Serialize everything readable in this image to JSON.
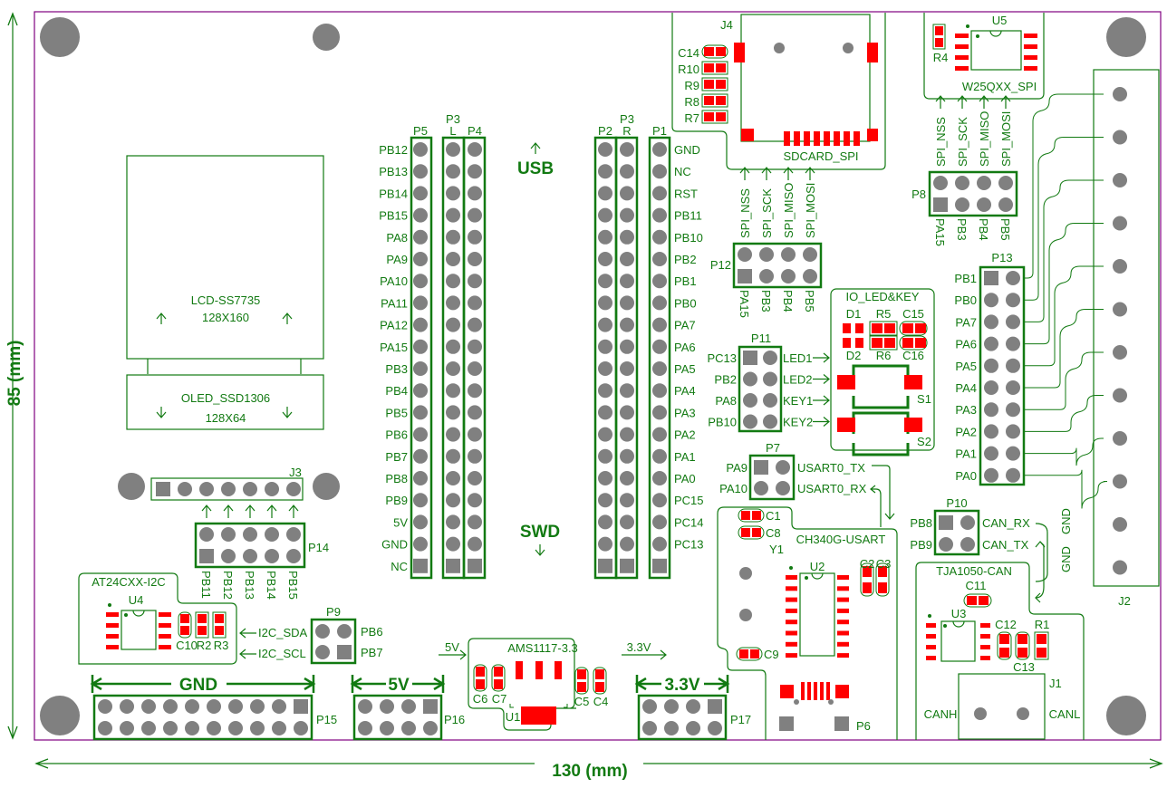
{
  "colors": {
    "silk": "#127a12",
    "pad": "#808080",
    "smd": "#ff0000",
    "outline": "#800080"
  },
  "dimensions": {
    "width_label": "130 (mm)",
    "height_label": "85 (mm)"
  },
  "markers": {
    "usb": "USB",
    "swd": "SWD"
  },
  "displays": {
    "lcd": {
      "name": "LCD-SS7735",
      "res": "128X160"
    },
    "oled": {
      "name": "OLED_SSD1306",
      "res": "128X64"
    }
  },
  "headers": {
    "p5": {
      "ref": "P5",
      "pins": [
        "PB12",
        "PB13",
        "PB14",
        "PB15",
        "PA8",
        "PA9",
        "PA10",
        "PA11",
        "PA12",
        "PA15",
        "PB3",
        "PB4",
        "PB5",
        "PB6",
        "PB7",
        "PB8",
        "PB9",
        "5V",
        "GND",
        "NC"
      ]
    },
    "p3l": {
      "ref": "P3",
      "side": "L"
    },
    "p4": {
      "ref": "P4"
    },
    "p2": {
      "ref": "P2"
    },
    "p3r": {
      "ref": "P3",
      "side": "R"
    },
    "p1": {
      "ref": "P1",
      "pins": [
        "GND",
        "NC",
        "RST",
        "PB11",
        "PB10",
        "PB2",
        "PB1",
        "PB0",
        "PA7",
        "PA6",
        "PA5",
        "PA4",
        "PA3",
        "PA2",
        "PA1",
        "PA0",
        "PC15",
        "PC14",
        "PC13"
      ]
    }
  },
  "sdcard": {
    "ref": "J4",
    "name": "SDCARD_SPI",
    "parts": [
      "C14",
      "R10",
      "R9",
      "R8",
      "R7"
    ]
  },
  "flash": {
    "ref": "U5",
    "name": "W25QXX_SPI",
    "resistor": "R4"
  },
  "p12": {
    "ref": "P12",
    "signals": [
      "SPI_NSS",
      "SPI_SCK",
      "SPI_MISO",
      "SPI_MOSI"
    ],
    "pins": [
      "PA15",
      "PB3",
      "PB4",
      "PB5"
    ]
  },
  "p8": {
    "ref": "P8",
    "signals": [
      "SPI_NSS",
      "SPI_SCK",
      "SPI_MISO",
      "SPI_MOSI"
    ],
    "pins": [
      "PA15",
      "PB3",
      "PB4",
      "PB5"
    ]
  },
  "p11": {
    "ref": "P11",
    "pins": [
      "PC13",
      "PB2",
      "PA8",
      "PB10"
    ],
    "signals": [
      "LED1",
      "LED2",
      "KEY1",
      "KEY2"
    ]
  },
  "io": {
    "name": "IO_LED&KEY",
    "parts": [
      "D1",
      "R5",
      "C15",
      "D2",
      "R6",
      "C16",
      "S1",
      "S2"
    ]
  },
  "p13": {
    "ref": "P13",
    "pins": [
      "PB1",
      "PB0",
      "PA7",
      "PA6",
      "PA5",
      "PA4",
      "PA3",
      "PA2",
      "PA1",
      "PA0"
    ]
  },
  "j2": {
    "ref": "J2",
    "gnd": [
      "GND",
      "GND"
    ]
  },
  "p7": {
    "ref": "P7",
    "pins": [
      "PA9",
      "PA10"
    ],
    "signals": [
      "USART0_TX",
      "USART0_RX"
    ]
  },
  "usart": {
    "name": "CH340G-USART",
    "parts": [
      "C1",
      "C8",
      "Y1",
      "U2",
      "C2",
      "C3",
      "C9",
      "P6"
    ]
  },
  "p10": {
    "ref": "P10",
    "pins": [
      "PB8",
      "PB9"
    ],
    "signals": [
      "CAN_RX",
      "CAN_TX"
    ]
  },
  "can": {
    "name": "TJA1050-CAN",
    "parts": [
      "C11",
      "U3",
      "C12",
      "R1",
      "C13",
      "J1"
    ],
    "canh": "CANH",
    "canl": "CANL"
  },
  "j3": {
    "ref": "J3"
  },
  "p14": {
    "ref": "P14",
    "pins": [
      "PB11",
      "PB12",
      "PB13",
      "PB14",
      "PB15"
    ]
  },
  "eeprom": {
    "name": "AT24CXX-I2C",
    "ref": "U4",
    "parts": [
      "C10",
      "R2",
      "R3"
    ]
  },
  "p9": {
    "ref": "P9",
    "signals": [
      "I2C_SDA",
      "I2C_SCL"
    ],
    "pins": [
      "PB6",
      "PB7"
    ]
  },
  "ldo": {
    "name": "AMS1117-3.3",
    "ref": "U1",
    "in": "5V",
    "out": "3.3V",
    "parts": [
      "C6",
      "C7",
      "C5",
      "C4"
    ]
  },
  "power": {
    "p15": {
      "ref": "P15",
      "label": "GND"
    },
    "p16": {
      "ref": "P16",
      "label": "5V"
    },
    "p17": {
      "ref": "P17",
      "label": "3.3V"
    }
  }
}
